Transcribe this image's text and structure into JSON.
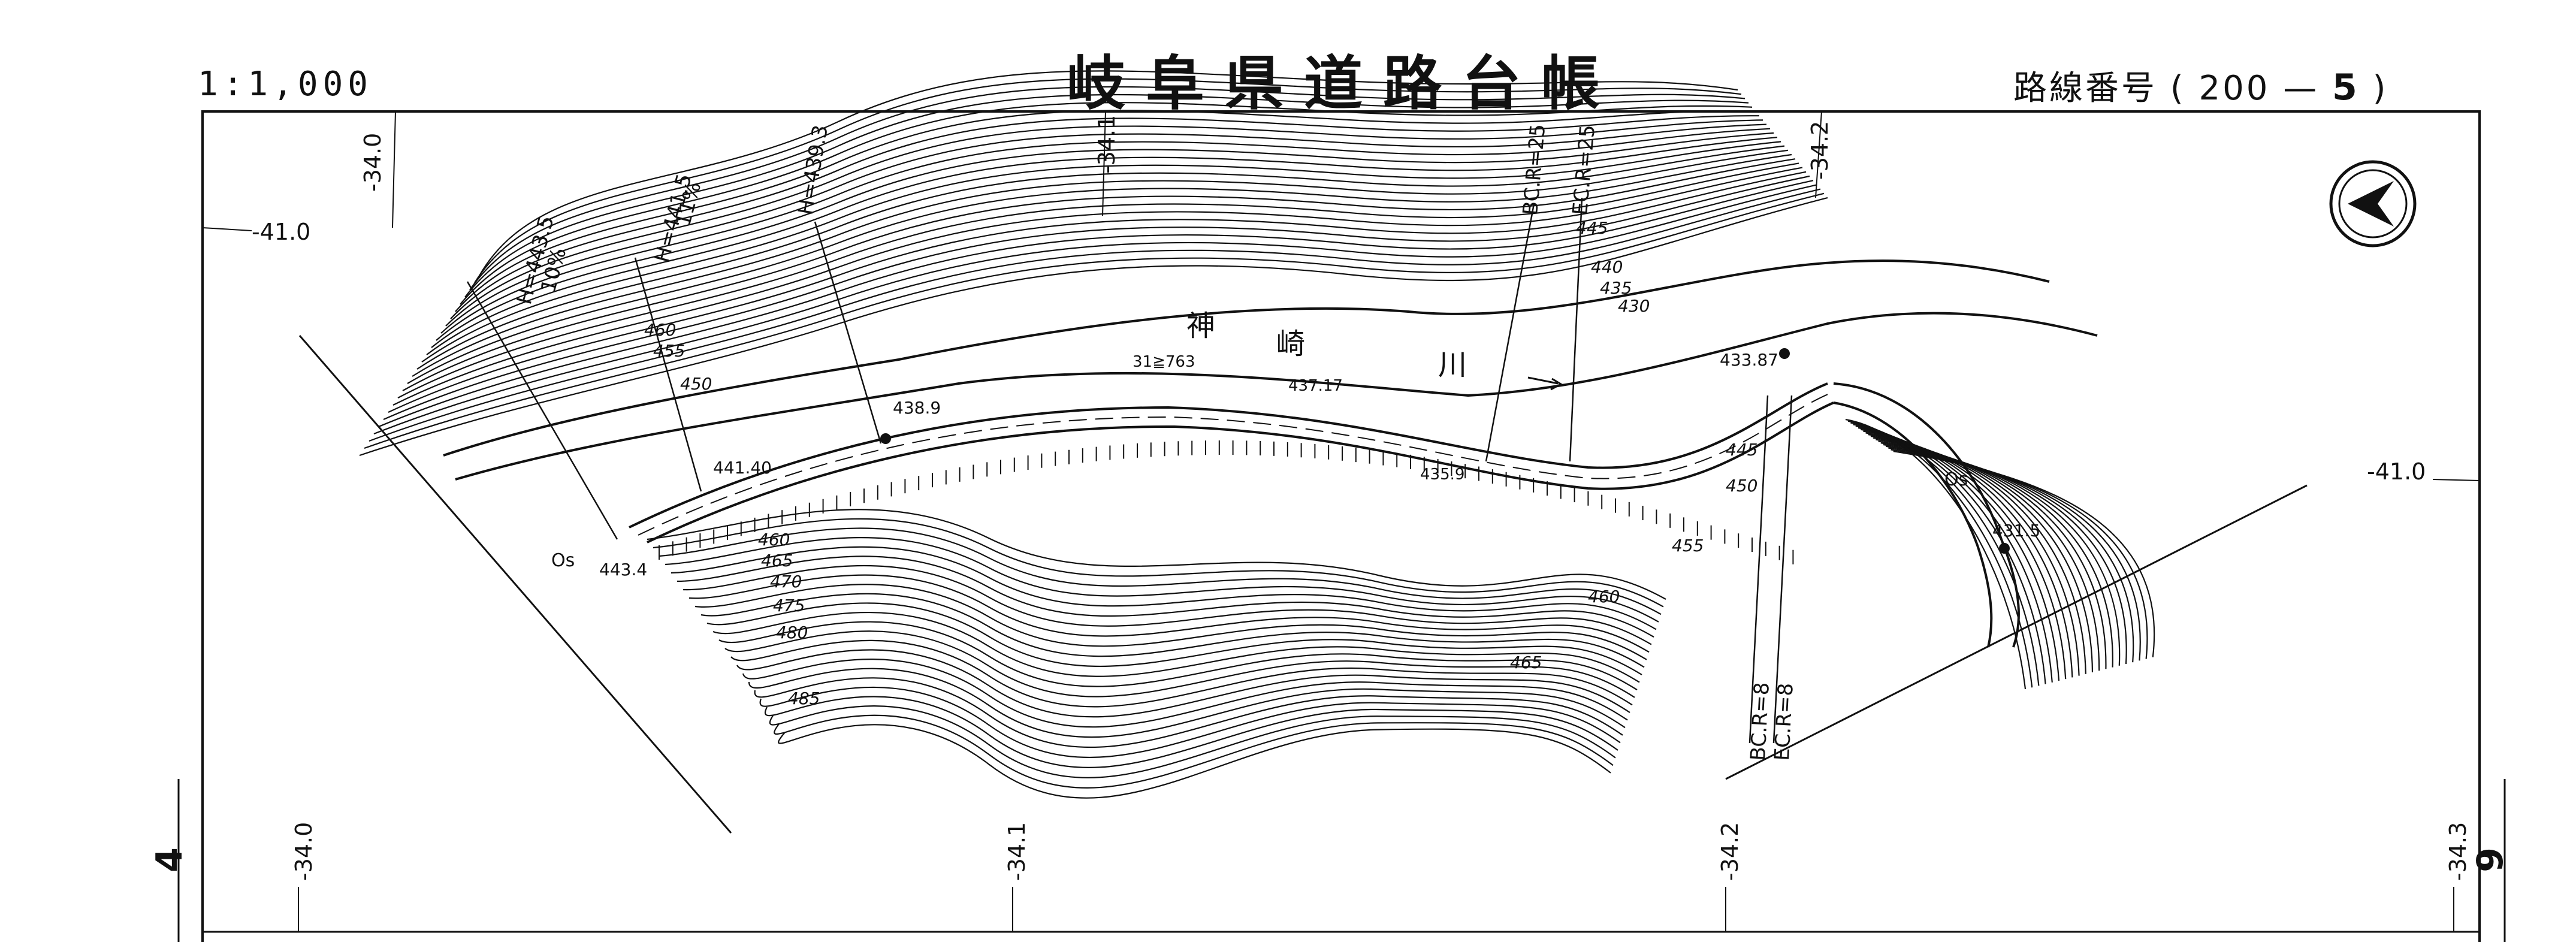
{
  "header": {
    "title": "岐阜県道路台帳",
    "scale": "1:1,000",
    "route_label": "路線番号",
    "route_open": "(",
    "route_number": "200",
    "route_dash": "—",
    "sheet_number": "5",
    "route_close": ")"
  },
  "adjacent_sheets": {
    "left": "4",
    "right": "6"
  },
  "grid_labels": {
    "top_34_0": "-34.0",
    "top_34_1": "-34.1",
    "top_34_2": "-34.2",
    "left_41_0": "-41.0",
    "right_41_0": "-41.0",
    "bottom_34_0": "-34.0",
    "bottom_34_1": "-34.1",
    "bottom_34_2": "-34.2",
    "bottom_34_3": "-34.3"
  },
  "river": {
    "name_1": "神",
    "name_2": "崎",
    "name_3": "川"
  },
  "elevations": {
    "h4435": "H=443.5",
    "g10": "10%",
    "h4415": "H=441.5",
    "g11": "11%",
    "h4393": "H=439.3",
    "bc25": "BC.R=25",
    "ec25": "EC.R=25",
    "bc8": "BC.R=8",
    "ec8": "EC.R=8",
    "p4389": "438.9",
    "p4140": "441.40",
    "p4434": "443.4",
    "p31763": "31≧763",
    "p43717": "437.17",
    "p4359": "435.9",
    "p43387": "433.87",
    "p4315": "431.5",
    "os1": "Os",
    "os2": "Os"
  },
  "contours": {
    "c460a": "460",
    "c455a": "455",
    "c450a": "450",
    "c460b": "460",
    "c465b": "465",
    "c470b": "470",
    "c475b": "475",
    "c480b": "480",
    "c485b": "485",
    "c445": "445",
    "c440": "440",
    "c435": "435",
    "c430": "430",
    "c445r": "445",
    "c450r": "450",
    "c455r": "455",
    "c460r": "460",
    "c465r": "465"
  }
}
